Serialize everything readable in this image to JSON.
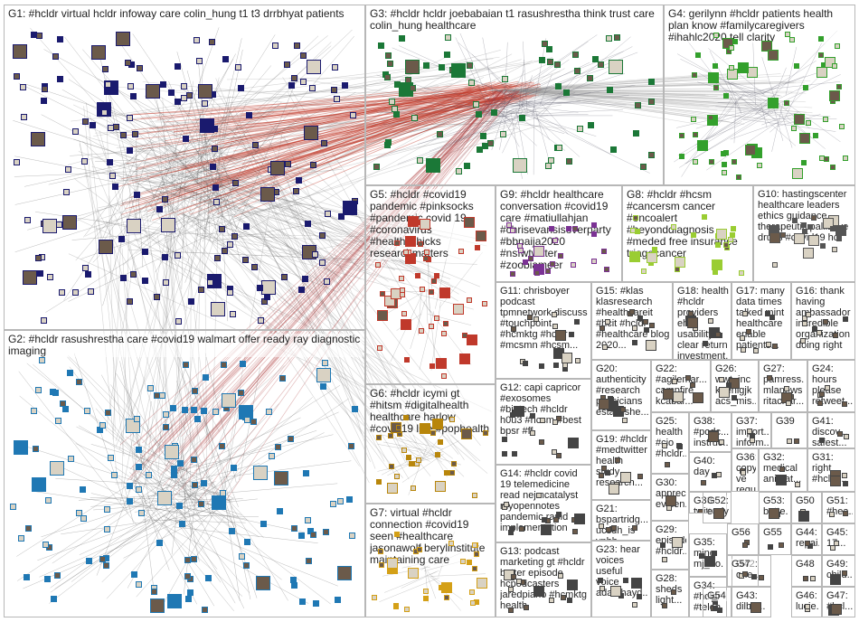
{
  "groups": [
    {
      "id": "G1",
      "label": "G1: #hcldr virtual hcldr infoway care colin_hung t1 t3 drrbhyat patients",
      "color": "#1a1a6e"
    },
    {
      "id": "G2",
      "label": "G2: #hcldr rasushrestha care #covid19 walmart offer ready ray diagnostic imaging",
      "color": "#1f78b4"
    },
    {
      "id": "G3",
      "label": "G3: #hcldr hcldr joebabaian t1 rasushrestha think trust care colin_hung healthcare",
      "color": "#1b7837"
    },
    {
      "id": "G4",
      "label": "G4: gerilynn #hcldr patients health plan know #familycaregivers #ihahlc2020 tell clarity",
      "color": "#33a02c"
    },
    {
      "id": "G5",
      "label": "G5: #hcldr #covid19 pandemic #pinksocks #pandemic covid 19 #coronavirus #healthitchicks researchmatters",
      "color": "#c0392b"
    },
    {
      "id": "G6",
      "label": "G6: #hcldr icymi gt #hitsm #digitalhealth healthcare harlow #covid19 live #pophealth",
      "color": "#b8860b"
    },
    {
      "id": "G7",
      "label": "G7: virtual #hcldr connection #covid19 seen #healthcare jasonawolf berylinstitute maintaining care",
      "color": "#d4a017"
    },
    {
      "id": "G8",
      "label": "G8: #hcldr #hcsm #cancersm cancer #oncoalert #beyonddiagnosis #meded free insurance triagecancer",
      "color": "#9acd32"
    },
    {
      "id": "G9",
      "label": "G9: #hcldr healthcare conversation #covid19 care #matiullahjan #chrisevansisoverparty #bbnaija2020 #nsfwtwitter #zoobiameer",
      "color": "#7b3294"
    },
    {
      "id": "G10",
      "label": "G10: hastingscenter healthcare leaders ethics guidance therapeutic palliative drugs #covid19 hc",
      "color": "#555555"
    },
    {
      "id": "G11",
      "label": "G11: chrisboyer podcast tpmnetwork discuss #touchpoint #hcmktg #hcldr #mcsmn #hcsm...",
      "color": "#444444"
    },
    {
      "id": "G12",
      "label": "G12: capi capricor #exosomes #biotech #hcldr h0u3 #hcsm #best bpsr #ff",
      "color": "#444444"
    },
    {
      "id": "G13",
      "label": "G13: podcast marketing gt #hcldr better episode hcpodcasters jaredpiano #hcmktg health",
      "color": "#444444"
    },
    {
      "id": "G14",
      "label": "G14: #hcldr covid 19 telemedicine read nejmcatalyst myopennotes pandemic rapid implementation",
      "color": "#444444"
    },
    {
      "id": "G15",
      "label": "G15: #klas klasresearch #healthcareit #hcit #hcldr #healthcare blog 2020...",
      "color": "#444444"
    },
    {
      "id": "G16",
      "label": "G16: thank having ambassador incredible organization doing right",
      "color": "#444444"
    },
    {
      "id": "G17",
      "label": "G17: many data times talked mint healthcare enable patients...",
      "color": "#444444"
    },
    {
      "id": "G18",
      "label": "G18: health #hcldr providers ehr usability clear return investment...",
      "color": "#444444"
    },
    {
      "id": "G19",
      "label": "G19: #hcldr #medtwitter health study research...",
      "color": "#444444"
    },
    {
      "id": "G20",
      "label": "G20: authenticity #research physicians establishe...",
      "color": "#444444"
    },
    {
      "id": "G21",
      "label": "G21: bspartridg... ucsdh_is ynhh ucrhealth...",
      "color": "#444444"
    },
    {
      "id": "G22",
      "label": "G22: #agilemar... campfire kcabar...",
      "color": "#444444"
    },
    {
      "id": "G23",
      "label": "G23: hear voices useful voice adamhayd...",
      "color": "#444444"
    },
    {
      "id": "G24",
      "label": "G24: hours please retweet...",
      "color": "#444444"
    },
    {
      "id": "G25",
      "label": "G25: health #cio #hcldr...",
      "color": "#444444"
    },
    {
      "id": "G26",
      "label": "G26: wwt_inc koenigjk acs_mis...",
      "color": "#444444"
    },
    {
      "id": "G27",
      "label": "G27: pamress... mlanews ritachar...",
      "color": "#444444"
    },
    {
      "id": "G28",
      "label": "G28: sheds light...",
      "color": "#444444"
    },
    {
      "id": "G29",
      "label": "G29: episode #hcldr...",
      "color": "#444444"
    },
    {
      "id": "G30",
      "label": "G30: apprec... eviden...",
      "color": "#444444"
    },
    {
      "id": "G31",
      "label": "G31: right #hcldr...",
      "color": "#444444"
    },
    {
      "id": "G32",
      "label": "G32: medical animat...",
      "color": "#444444"
    },
    {
      "id": "G33",
      "label": "G33: twitter",
      "color": "#444444"
    },
    {
      "id": "G34",
      "label": "G34: #hcldr #teleh...",
      "color": "#444444"
    },
    {
      "id": "G35",
      "label": "G35: mjne mj_ho...",
      "color": "#444444"
    },
    {
      "id": "G36",
      "label": "G36: copy ve reques...",
      "color": "#444444"
    },
    {
      "id": "G37",
      "label": "G37: import... inform...",
      "color": "#444444"
    },
    {
      "id": "G38",
      "label": "G38: #podc... instruc...",
      "color": "#444444"
    },
    {
      "id": "G39",
      "label": "G39",
      "color": "#444444"
    },
    {
      "id": "G40",
      "label": "G40: day",
      "color": "#444444"
    },
    {
      "id": "G41",
      "label": "G41: discov... safest...",
      "color": "#444444"
    },
    {
      "id": "G42",
      "label": "G42: one...",
      "color": "#444444"
    },
    {
      "id": "G43",
      "label": "G43: dilbe...",
      "color": "#444444"
    },
    {
      "id": "G44",
      "label": "G44: repai...",
      "color": "#444444"
    },
    {
      "id": "G45",
      "label": "G45: 17...",
      "color": "#444444"
    },
    {
      "id": "G46",
      "label": "G46: lucie...",
      "color": "#444444"
    },
    {
      "id": "G47",
      "label": "G47: #hcl...",
      "color": "#444444"
    },
    {
      "id": "G48",
      "label": "G48",
      "color": "#444444"
    },
    {
      "id": "G49",
      "label": "G49: child...",
      "color": "#444444"
    },
    {
      "id": "G50",
      "label": "G50",
      "color": "#444444"
    },
    {
      "id": "G51",
      "label": "G51: #hea...",
      "color": "#444444"
    },
    {
      "id": "G52",
      "label": "G52: early...",
      "color": "#444444"
    },
    {
      "id": "G53",
      "label": "G53: bette...",
      "color": "#444444"
    },
    {
      "id": "G54",
      "label": "G54",
      "color": "#444444"
    },
    {
      "id": "G55",
      "label": "G55",
      "color": "#444444"
    },
    {
      "id": "G56",
      "label": "G56",
      "color": "#444444"
    },
    {
      "id": "G57",
      "label": "G57",
      "color": "#444444"
    }
  ]
}
